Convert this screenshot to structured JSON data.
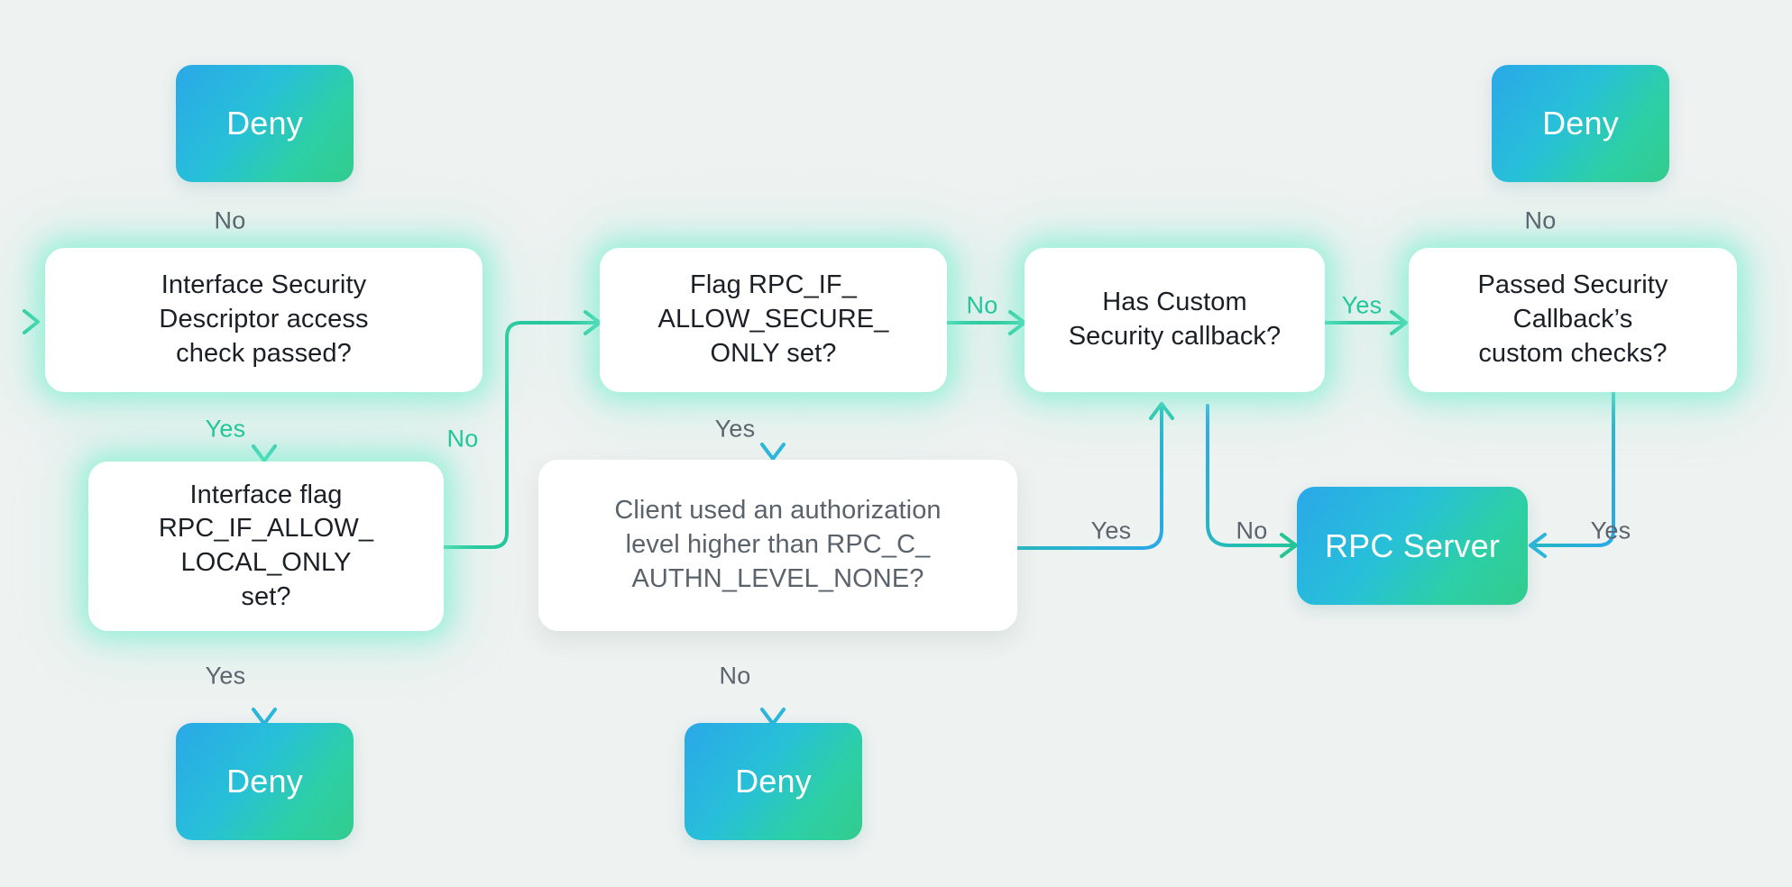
{
  "diagram": {
    "title": "RPC interface security decision flow",
    "background_color": "#eef2f1",
    "accent_green": "#21c79b",
    "accent_blue": "#2aa8e8",
    "label_gray": "#5c656d"
  },
  "nodes": {
    "deny_top_left": {
      "label": "Deny",
      "kind": "terminal"
    },
    "deny_top_right": {
      "label": "Deny",
      "kind": "terminal"
    },
    "deny_bottom_left": {
      "label": "Deny",
      "kind": "terminal"
    },
    "deny_bottom_middle": {
      "label": "Deny",
      "kind": "terminal"
    },
    "rpc_server": {
      "label": "RPC Server",
      "kind": "terminal"
    },
    "interface_security_descriptor": {
      "line1": "Interface Security",
      "line2": "Descriptor access",
      "line3": "check passed?",
      "kind": "decision"
    },
    "interface_flag_local_only": {
      "line1": "Interface flag",
      "line2": "RPC_IF_ALLOW_",
      "line3": "LOCAL_ONLY",
      "line4": "set?",
      "kind": "decision"
    },
    "flag_allow_secure_only": {
      "line1": "Flag RPC_IF_",
      "line2": "ALLOW_SECURE_",
      "line3": "ONLY set?",
      "kind": "decision"
    },
    "client_auth_level": {
      "line1": "Client used an authorization",
      "line2": "level higher than RPC_C_",
      "line3": "AUTHN_LEVEL_NONE?",
      "kind": "decision-plain"
    },
    "has_custom_security_callback": {
      "line1": "Has Custom",
      "line2": "Security callback?",
      "kind": "decision"
    },
    "passed_security_callback": {
      "line1": "Passed Security",
      "line2": "Callback’s",
      "line3": "custom checks?",
      "kind": "decision"
    }
  },
  "edge_labels": {
    "isd_no": "No",
    "isd_yes": "Yes",
    "local_only_no": "No",
    "local_only_yes": "Yes",
    "secure_only_no": "No",
    "secure_only_yes": "Yes",
    "client_auth_no": "No",
    "client_auth_yes": "Yes",
    "custom_callback_yes": "Yes",
    "custom_callback_no": "No",
    "passed_callback_no": "No",
    "passed_callback_yes": "Yes"
  }
}
